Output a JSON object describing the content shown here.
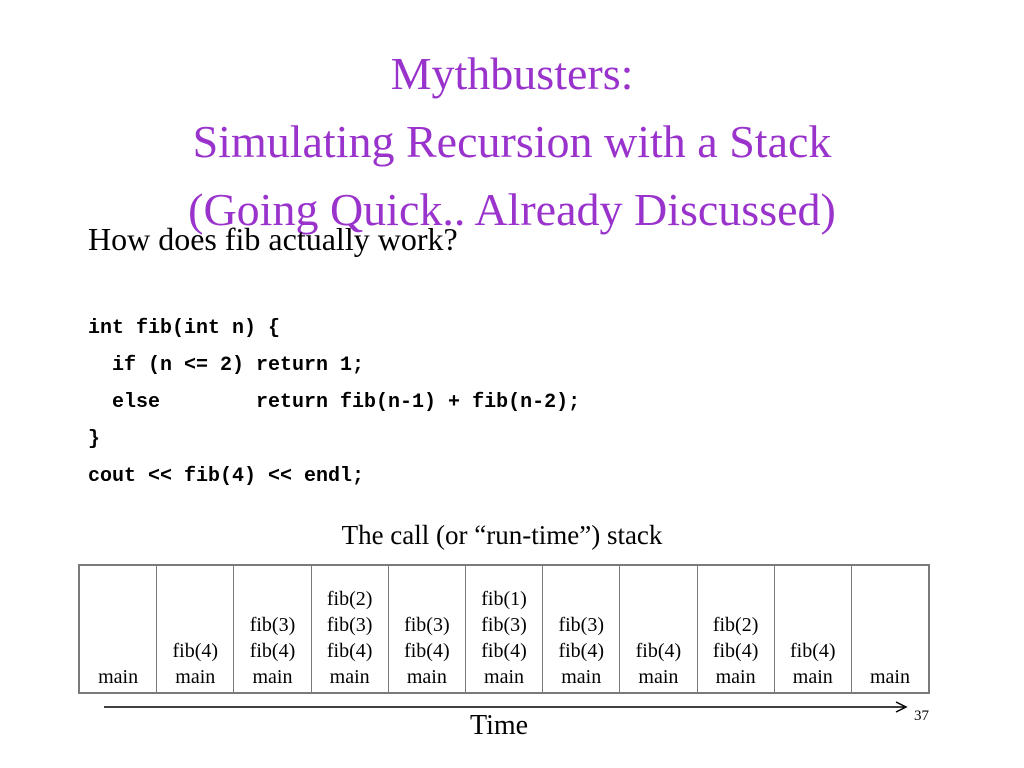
{
  "title": {
    "line1": "Mythbusters:",
    "line2": "Simulating Recursion with a Stack",
    "line3": "(Going Quick.. Already Discussed)"
  },
  "question": "How does fib actually work?",
  "code": [
    "int fib(int n) {",
    "  if (n <= 2) return 1;",
    "  else        return fib(n-1) + fib(n-2);",
    "}",
    "cout << fib(4) << endl;"
  ],
  "stack": {
    "caption": "The call (or “run-time”) stack",
    "columns": [
      [
        "main"
      ],
      [
        "fib(4)",
        "main"
      ],
      [
        "fib(3)",
        "fib(4)",
        "main"
      ],
      [
        "fib(2)",
        "fib(3)",
        "fib(4)",
        "main"
      ],
      [
        "fib(3)",
        "fib(4)",
        "main"
      ],
      [
        "fib(1)",
        "fib(3)",
        "fib(4)",
        "main"
      ],
      [
        "fib(3)",
        "fib(4)",
        "main"
      ],
      [
        "fib(4)",
        "main"
      ],
      [
        "fib(2)",
        "fib(4)",
        "main"
      ],
      [
        "fib(4)",
        "main"
      ],
      [
        "main"
      ]
    ]
  },
  "time_label": "Time",
  "page_number": "37"
}
